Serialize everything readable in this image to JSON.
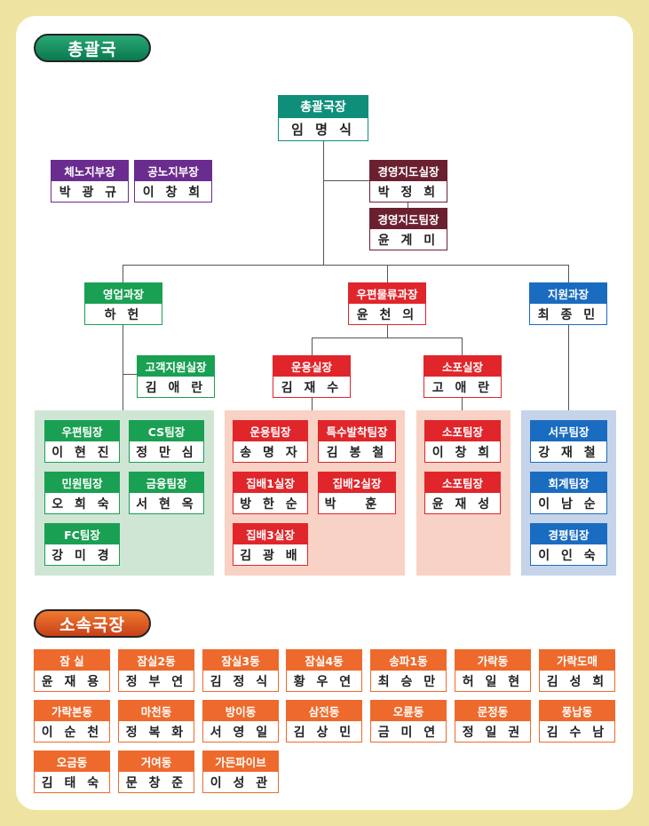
{
  "headings": {
    "main": "총괄국",
    "sub": "소속국장"
  },
  "top": {
    "title": "총괄국장",
    "name": "임 명 식"
  },
  "side": [
    {
      "title": "체노지부장",
      "name": "박 광 규"
    },
    {
      "title": "공노지부장",
      "name": "이 창 희"
    }
  ],
  "mgmt": [
    {
      "title": "경영지도실장",
      "name": "박 정 희"
    },
    {
      "title": "경영지도팀장",
      "name": "윤 계 미"
    }
  ],
  "depts": [
    {
      "title": "영업과장",
      "name": "하 헌"
    },
    {
      "title": "우편물류과장",
      "name": "윤 천 의"
    },
    {
      "title": "지원과장",
      "name": "최 종 민"
    }
  ],
  "subdepts": [
    {
      "title": "고객지원실장",
      "name": "김 애 란"
    },
    {
      "title": "운용실장",
      "name": "김 재 수"
    },
    {
      "title": "소포실장",
      "name": "고 애 란"
    }
  ],
  "teams_sales": [
    {
      "title": "우편팀장",
      "name": "이 현 진"
    },
    {
      "title": "CS팀장",
      "name": "정 만 심"
    },
    {
      "title": "민원팀장",
      "name": "오 희 숙"
    },
    {
      "title": "금융팀장",
      "name": "서 현 옥"
    },
    {
      "title": "FC팀장",
      "name": "강 미 경"
    }
  ],
  "teams_ops": [
    {
      "title": "운용팀장",
      "name": "송 명 자"
    },
    {
      "title": "특수발착팀장",
      "name": "김 봉 철"
    },
    {
      "title": "집배1실장",
      "name": "방 한 순"
    },
    {
      "title": "집배2실장",
      "name": "박 훈"
    },
    {
      "title": "집배3실장",
      "name": "김 광 배"
    }
  ],
  "teams_parcel": [
    {
      "title": "소포팀장",
      "name": "이 창 희"
    },
    {
      "title": "소포팀장",
      "name": "윤 재 성"
    }
  ],
  "teams_support": [
    {
      "title": "서무팀장",
      "name": "강 재 철"
    },
    {
      "title": "회계팀장",
      "name": "이 남 순"
    },
    {
      "title": "경평팀장",
      "name": "이 인 숙"
    }
  ],
  "offices": [
    {
      "title": "잠 실",
      "name": "윤 재 용"
    },
    {
      "title": "잠실2동",
      "name": "정 부 연"
    },
    {
      "title": "잠실3동",
      "name": "김 정 식"
    },
    {
      "title": "잠실4동",
      "name": "황 우 연"
    },
    {
      "title": "송파1동",
      "name": "최 승 만"
    },
    {
      "title": "가락동",
      "name": "허 일 현"
    },
    {
      "title": "가락도매",
      "name": "김 성 희"
    },
    {
      "title": "가락본동",
      "name": "이 순 천"
    },
    {
      "title": "마천동",
      "name": "정 복 화"
    },
    {
      "title": "방이동",
      "name": "서 영 일"
    },
    {
      "title": "삼전동",
      "name": "김 상 민"
    },
    {
      "title": "오륜동",
      "name": "금 미 연"
    },
    {
      "title": "문정동",
      "name": "정 일 권"
    },
    {
      "title": "풍납동",
      "name": "김 수 남"
    },
    {
      "title": "오금동",
      "name": "김 태 숙"
    },
    {
      "title": "거여동",
      "name": "문 창 준"
    },
    {
      "title": "가든파이브",
      "name": "이 성 관"
    }
  ]
}
